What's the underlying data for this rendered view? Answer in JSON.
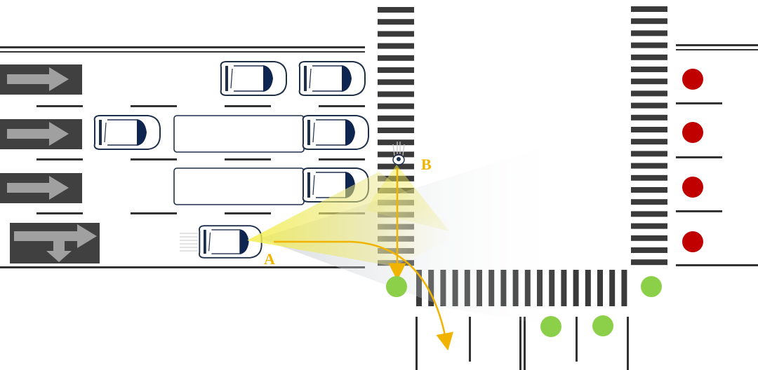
{
  "labels": {
    "car_a": "A",
    "pedestrian_b": "B"
  },
  "icons": {
    "lane_arrows": [
      "arrow-right-icon",
      "arrow-right-icon",
      "arrow-right-icon",
      "arrow-right-down-icon"
    ],
    "traffic_lights_red": 4,
    "signals_green": 4
  },
  "colors": {
    "road_line": "#333333",
    "lane_arrow_bg": "#404040",
    "lane_arrow": "#a0a0a0",
    "car_window": "#0e2550",
    "label": "#f0b400",
    "path": "#f0b400",
    "red_light": "#c00000",
    "green_signal": "#8cd04a",
    "view_cone": "#f2ee60"
  }
}
